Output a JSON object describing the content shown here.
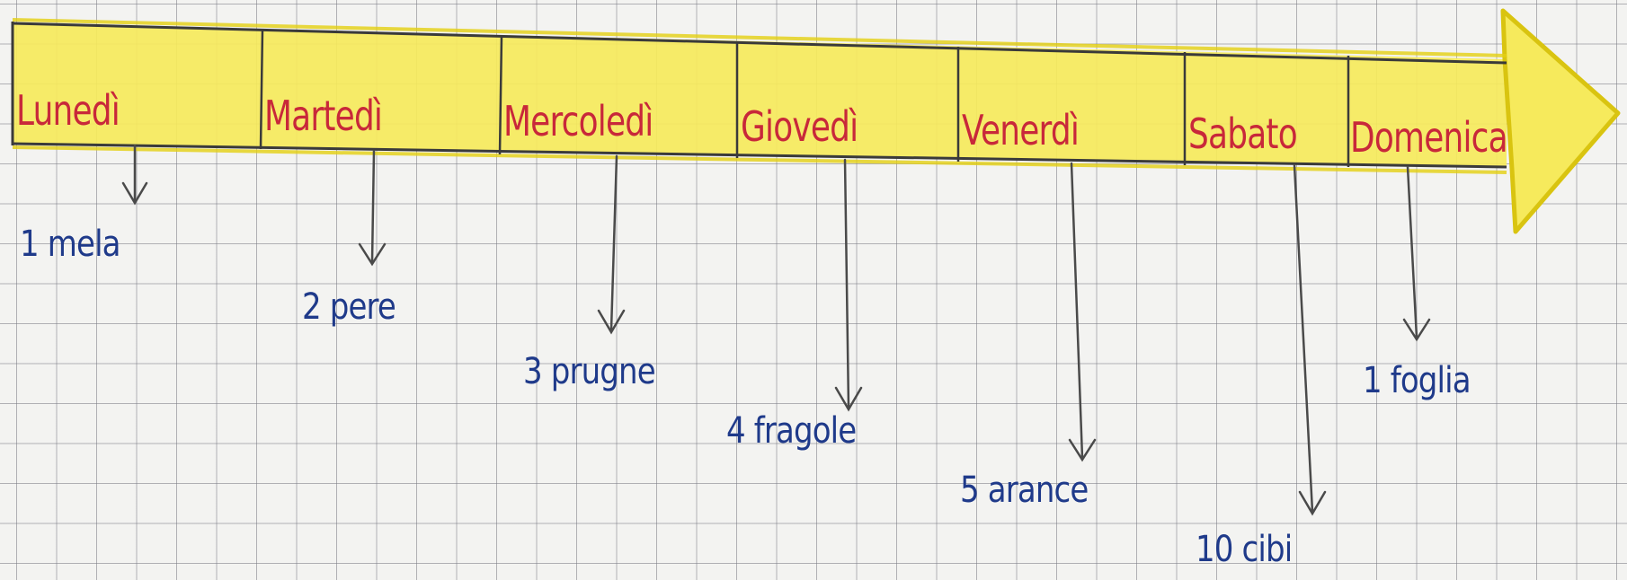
{
  "days": [
    {
      "label": "Lunedì",
      "food": "1 mela"
    },
    {
      "label": "Martedì",
      "food": "2 pere"
    },
    {
      "label": "Mercoledì",
      "food": "3 prugne"
    },
    {
      "label": "Giovedì",
      "food": "4 fragole"
    },
    {
      "label": "Venerdì",
      "food": "5 arance"
    },
    {
      "label": "Sabato",
      "food": "10 cibi"
    },
    {
      "label": "Domenica",
      "food": "1 foglia"
    }
  ],
  "colors": {
    "band_fill": "#f6ea5c",
    "band_edge": "#e4cf12",
    "outline": "#3a3a3a",
    "day_text": "#c8283a",
    "food_text": "#1f3a8a",
    "grid": "#8a8a94"
  }
}
